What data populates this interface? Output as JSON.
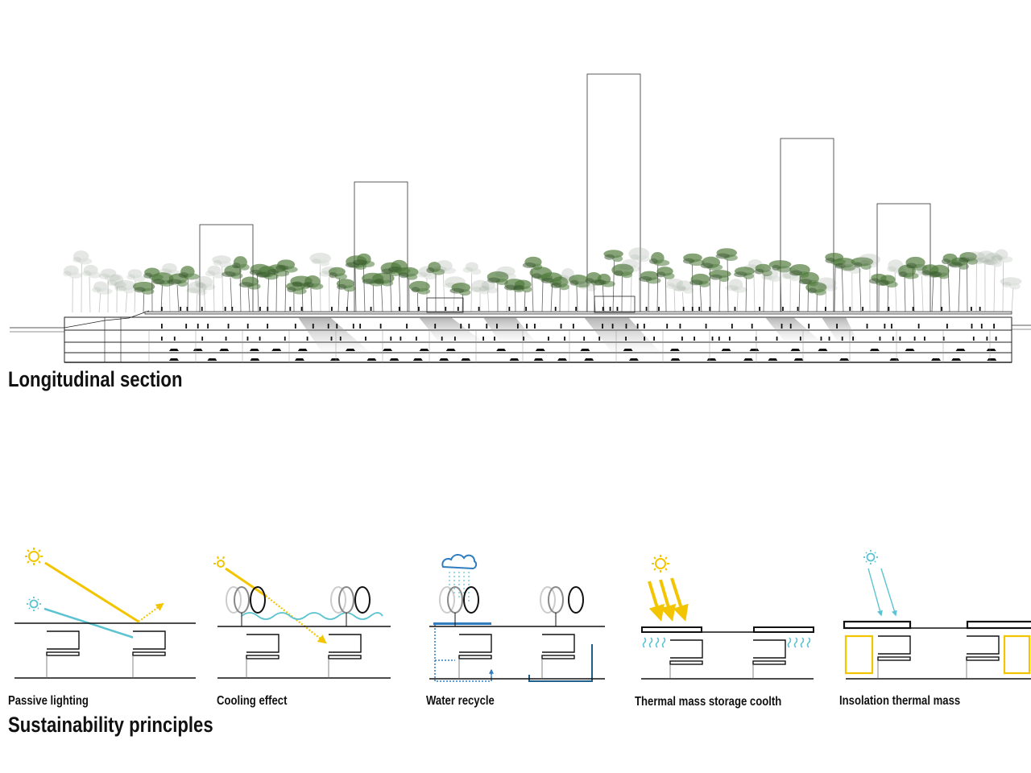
{
  "section": {
    "title": "Longitudinal section"
  },
  "principles": {
    "title": "Sustainability principles",
    "items": [
      {
        "label": "Passive lighting"
      },
      {
        "label": "Cooling effect"
      },
      {
        "label": "Water recycle"
      },
      {
        "label": "Thermal mass storage coolth"
      },
      {
        "label": "Insolation thermal mass"
      }
    ]
  },
  "colors": {
    "sun": "#f2c500",
    "cool": "#5bc3d1",
    "water": "#2f7dbf",
    "tree_green": "#4d7a3a",
    "line": "#111111"
  }
}
